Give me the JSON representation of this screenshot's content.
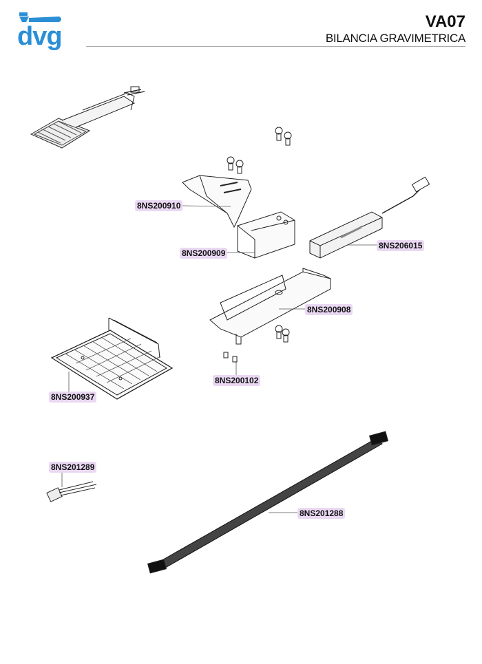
{
  "header": {
    "logo_text": "dvg",
    "code": "VA07",
    "title": "BILANCIA GRAVIMETRICA",
    "brand_color": "#2b8fd6"
  },
  "parts": [
    {
      "code": "8NS200910"
    },
    {
      "code": "8NS200909"
    },
    {
      "code": "8NS206015"
    },
    {
      "code": "8NS200908"
    },
    {
      "code": "8NS200937"
    },
    {
      "code": "8NS200102"
    },
    {
      "code": "8NS201289"
    },
    {
      "code": "8NS201288"
    }
  ],
  "label_color": "#ead8f3"
}
